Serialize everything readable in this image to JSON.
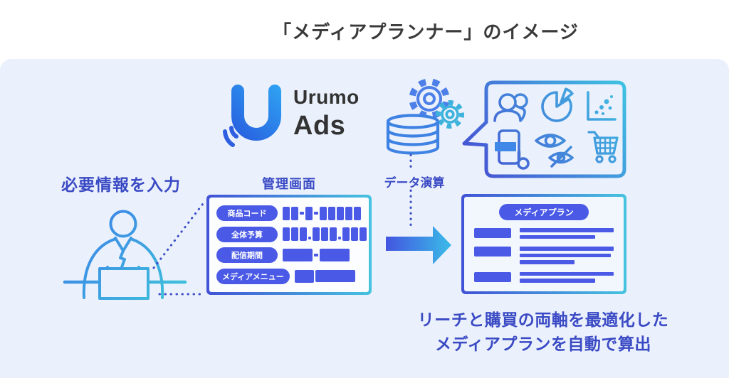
{
  "header": {
    "title": "「メディアプランナー」のイメージ"
  },
  "brand": {
    "name_line1": "Urumo",
    "name_line2": "Ads",
    "logo_icon": "urumo-u-logo-icon"
  },
  "labels": {
    "input_caption": "必要情報を入力",
    "admin_screen": "管理画面",
    "data_calc": "データ演算"
  },
  "admin_panel": {
    "fields": [
      {
        "label": "商品コード",
        "pattern": [
          "b",
          "b",
          "-",
          "b",
          "-",
          "b",
          "b",
          "b",
          "b",
          "b"
        ]
      },
      {
        "label": "全体予算",
        "pattern": [
          "b",
          "b",
          "b",
          ".",
          "b",
          "b",
          "b",
          ".",
          "b",
          "b",
          "b"
        ]
      },
      {
        "label": "配信期間",
        "pattern": [
          "W",
          "-",
          "W"
        ]
      },
      {
        "label": "メディアメニュー",
        "pattern": [
          "M",
          "W2"
        ]
      }
    ]
  },
  "result_panel": {
    "title": "メディアプラン",
    "groups": [
      {
        "lines": [
          100,
          80
        ]
      },
      {
        "lines": [
          100,
          97,
          58
        ]
      },
      {
        "lines": [
          100,
          80
        ]
      }
    ]
  },
  "caption": {
    "line1": "リーチと購買の両軸を最適化した",
    "line2": "メディアプランを自動で算出"
  },
  "icons": {
    "process": [
      "database-icon",
      "gear-icon",
      "gear-small-icon"
    ],
    "bubble": [
      "users-icon",
      "pie-chart-icon",
      "scatter-chart-icon",
      "phone-ad-tap-icon",
      "eye-visibility-icon",
      "shopping-cart-icon"
    ],
    "person": "person-at-desk-icon",
    "flow": "flow-arrow-right-icon"
  },
  "colors": {
    "background_panel": "#ebf1fc",
    "accent_indigo_text": "#3a4ac4",
    "pill_blue": "#4a5ae6",
    "border_gradient_start": "#4152d6",
    "border_gradient_end": "#47c3df",
    "logo_gradient_start": "#2754dc",
    "logo_gradient_end": "#2fa8f4",
    "title_dark": "#3a3a3a"
  }
}
